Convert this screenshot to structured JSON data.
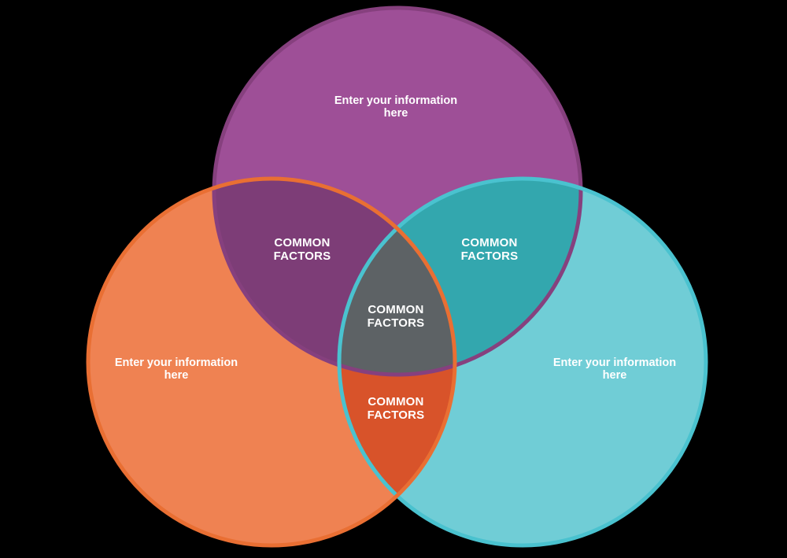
{
  "diagram": {
    "type": "venn",
    "background_color": "#000000",
    "label_color": "#ffffff",
    "circles": [
      {
        "name": "top-purple",
        "label": "Enter your information here",
        "fill": "#9e4f97",
        "stroke": "#86407e"
      },
      {
        "name": "left-orange",
        "label": "Enter your information here",
        "fill": "#ef8252",
        "stroke": "#e96f33"
      },
      {
        "name": "right-teal",
        "label": "Enter your information here",
        "fill": "#70cdd6",
        "stroke": "#4ac2cf"
      }
    ],
    "intersections": [
      {
        "name": "purple-orange",
        "label": "COMMON FACTORS",
        "fill": "#7d3d77"
      },
      {
        "name": "purple-teal",
        "label": "COMMON FACTORS",
        "fill": "#33a7ae"
      },
      {
        "name": "orange-teal",
        "label": "COMMON FACTORS",
        "fill": "#d8532a"
      },
      {
        "name": "center",
        "label": "COMMON FACTORS",
        "fill": "#5d6265"
      }
    ]
  }
}
